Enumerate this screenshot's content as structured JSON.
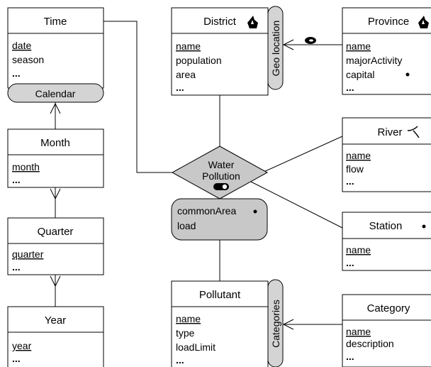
{
  "entities": {
    "time": {
      "title": "Time",
      "attrs": [
        "date",
        "season",
        "..."
      ],
      "key": "date"
    },
    "month": {
      "title": "Month",
      "attrs": [
        "month",
        "..."
      ],
      "key": "month"
    },
    "quarter": {
      "title": "Quarter",
      "attrs": [
        "quarter",
        "..."
      ],
      "key": "quarter"
    },
    "year": {
      "title": "Year",
      "attrs": [
        "year",
        "..."
      ],
      "key": "year"
    },
    "district": {
      "title": "District",
      "attrs": [
        "name",
        "population",
        "area",
        "..."
      ],
      "key": "name"
    },
    "province": {
      "title": "Province",
      "attrs": [
        "name",
        "majorActivity",
        "capital",
        "..."
      ],
      "key": "name"
    },
    "river": {
      "title": "River",
      "attrs": [
        "name",
        "flow",
        "..."
      ],
      "key": "name"
    },
    "station": {
      "title": "Station",
      "attrs": [
        "name",
        "..."
      ],
      "key": "name"
    },
    "pollutant": {
      "title": "Pollutant",
      "attrs": [
        "name",
        "type",
        "loadLimit",
        "..."
      ],
      "key": "name"
    },
    "category": {
      "title": "Category",
      "attrs": [
        "name",
        "description",
        "..."
      ],
      "key": "name"
    }
  },
  "hierarchies": {
    "calendar": "Calendar",
    "geo_location": "Geo location",
    "categories": "Categories"
  },
  "relationship": {
    "line1": "Water",
    "line2": "Pollution",
    "attrs": [
      "commonArea",
      "load"
    ]
  },
  "colors": {
    "relationship_fill": "#c8c8c8",
    "hierarchy_fill": "#d4d4d4",
    "stroke": "#000000"
  },
  "icons": {
    "district": "surface-icon",
    "province": "surface-icon",
    "river": "line-icon",
    "station": "point-icon",
    "capital": "point-icon",
    "commonArea": "point-icon",
    "geo_location": "topological-icon",
    "water_pollution": "topological-icon"
  }
}
